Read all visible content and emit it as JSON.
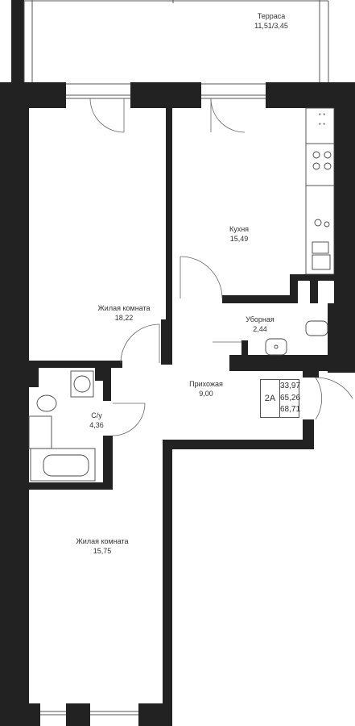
{
  "rooms": [
    {
      "id": "terrace",
      "name": "Терраса",
      "area": "11,51/3,45"
    },
    {
      "id": "kitchen",
      "name": "Кухня",
      "area": "15,49"
    },
    {
      "id": "living-room-1",
      "name": "Жилая комната",
      "area": "18,22"
    },
    {
      "id": "toilet",
      "name": "Уборная",
      "area": "2,44"
    },
    {
      "id": "hallway",
      "name": "Прихожая",
      "area": "9,00"
    },
    {
      "id": "bathroom",
      "name": "С/у",
      "area": "4,36"
    },
    {
      "id": "living-room-2",
      "name": "Жилая комната",
      "area": "15,75"
    }
  ],
  "apartment": {
    "type": "2А",
    "areas": [
      "33,97",
      "65,26",
      "68,71"
    ]
  },
  "colors": {
    "wall": "#222222",
    "line": "#555555",
    "background": "#ffffff"
  }
}
